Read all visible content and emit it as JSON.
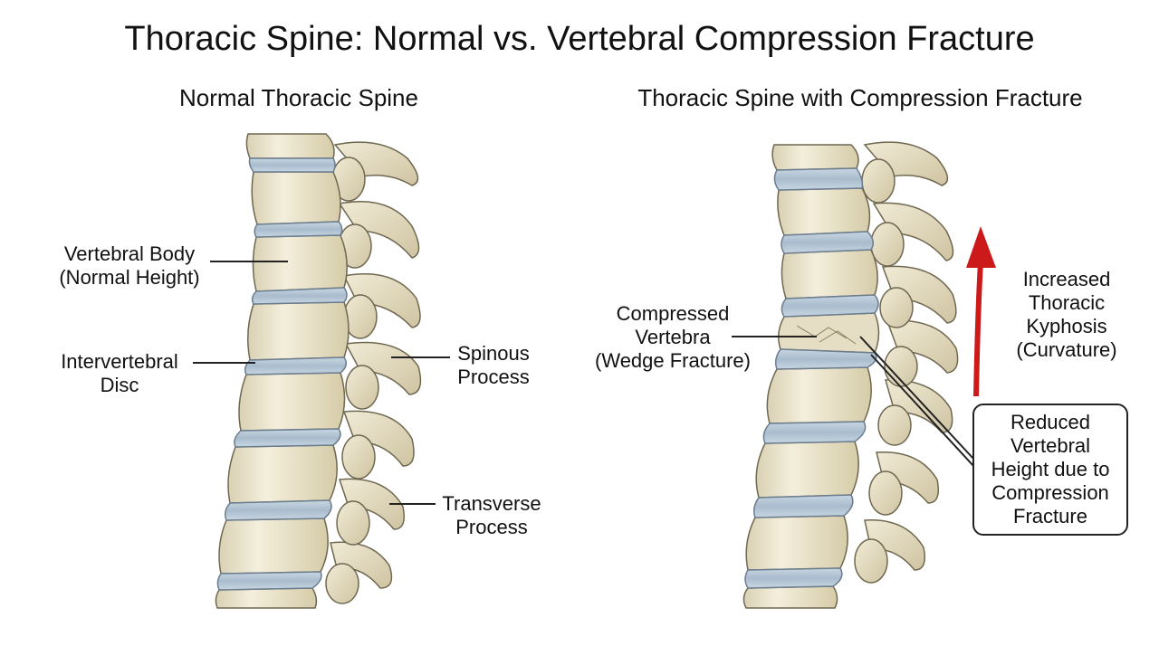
{
  "title": "Thoracic Spine: Normal vs. Vertebral Compression Fracture",
  "panels": {
    "normal": {
      "title": "Normal Thoracic Spine",
      "labels": {
        "vertebral_body": [
          "Vertebral Body",
          "(Normal Height)"
        ],
        "intervertebral_disc": [
          "Intervertebral",
          "Disc"
        ],
        "spinous_process": [
          "Spinous",
          "Process"
        ],
        "transverse_process": [
          "Transverse",
          "Process"
        ]
      }
    },
    "fracture": {
      "title": "Thoracic Spine with Compression Fracture",
      "labels": {
        "compressed_vertebra": [
          "Compressed",
          "Vertebra",
          "(Wedge Fracture)"
        ],
        "kyphosis": [
          "Increased",
          "Thoracic",
          "Kyphosis",
          "(Curvature)"
        ],
        "reduced_height": [
          "Reduced",
          "Vertebral",
          "Height due to",
          "Compression",
          "Fracture"
        ]
      }
    }
  },
  "colors": {
    "bone": "#efe9d4",
    "bone_shadow": "#c9bf9f",
    "bone_outline": "#6f6750",
    "disc": "#b9c8d6",
    "disc_outline": "#6b7d8f",
    "arrow": "#cc1a1a",
    "text": "#111111"
  }
}
